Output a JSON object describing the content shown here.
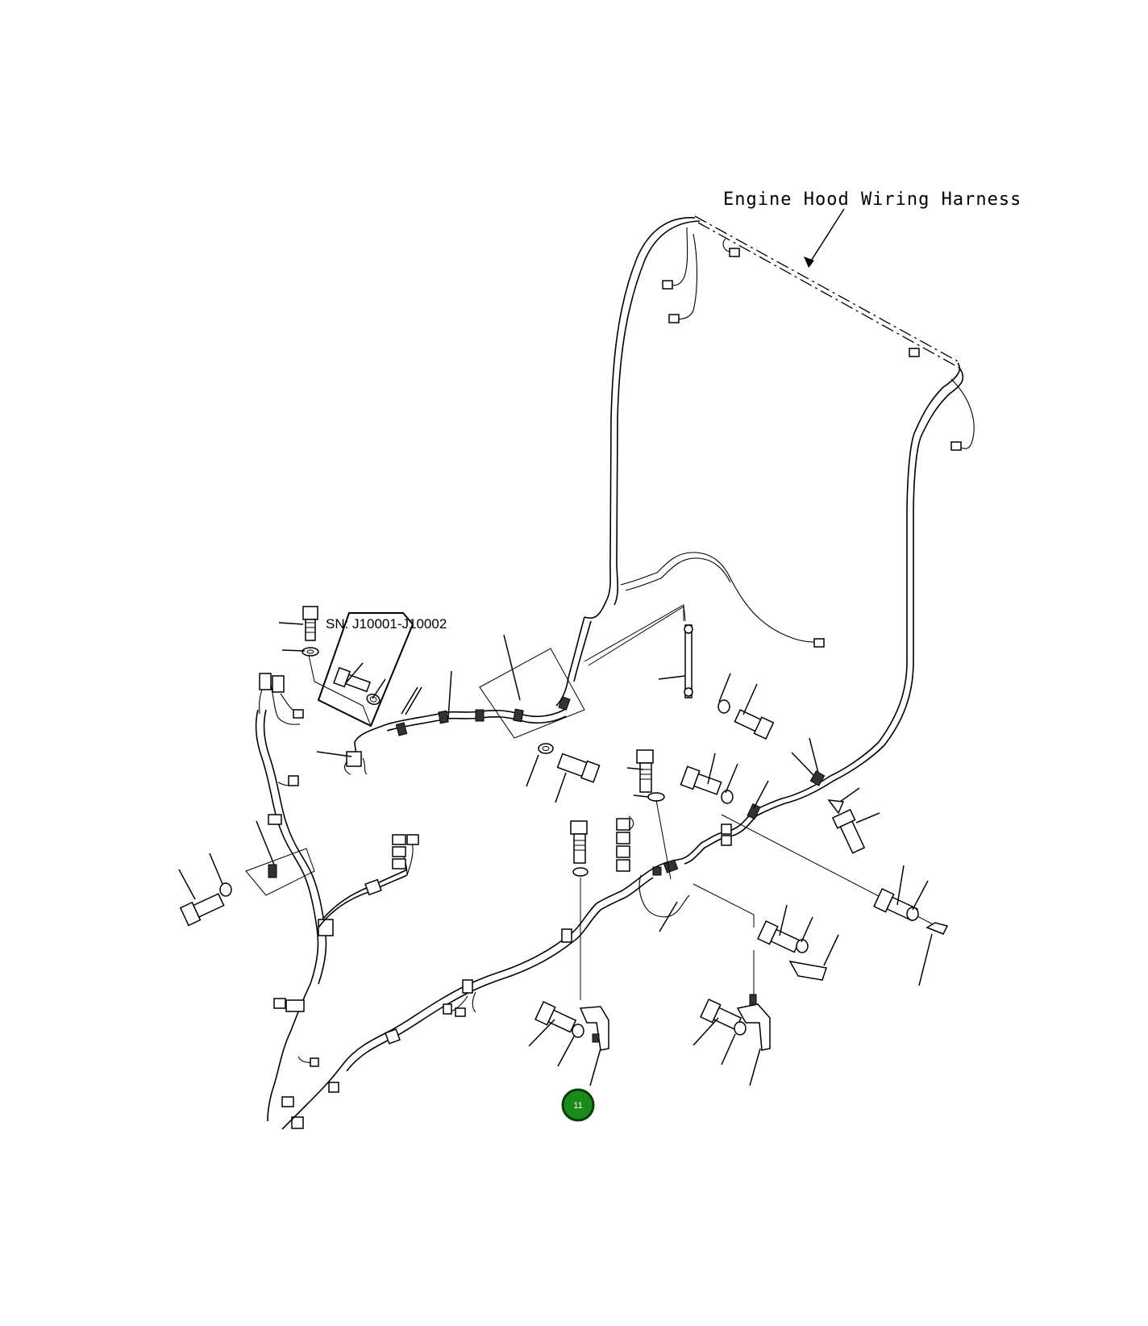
{
  "diagram": {
    "title_label": "Engine Hood Wiring Harness",
    "serial_label": "SN: J10001-J10002",
    "callout": {
      "number": "11",
      "fill_color": "#1a8a1a",
      "ring_color": "#0b3d0b"
    }
  }
}
